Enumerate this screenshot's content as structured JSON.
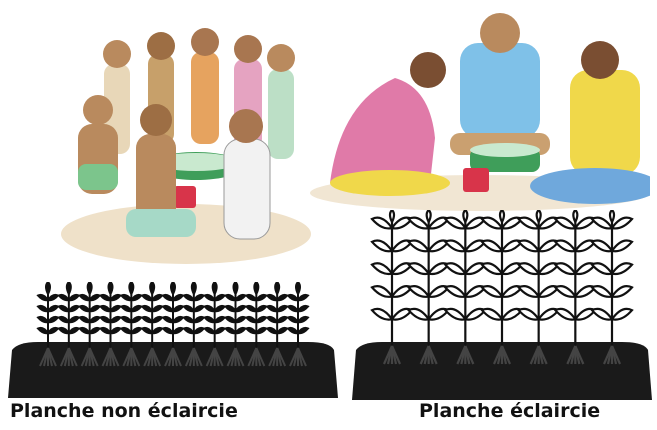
{
  "captions": {
    "left": "Planche non éclaircie",
    "right": "Planche éclaircie"
  },
  "illustrations": {
    "left_scene": "group-of-children-around-seed-bowl",
    "right_scene": "three-people-sorting-seeds",
    "left_bed": "dense-seedling-bed",
    "right_bed": "thinned-seedling-bed"
  },
  "colors": {
    "soil": "#1a1a1a",
    "bowl": "#3f9e5a",
    "cup": "#d8344a",
    "shirt_pink": "#e07aa8",
    "shirt_blue": "#7fc1e8",
    "shirt_yellow": "#f0d84a",
    "skin": "#b98a5e"
  },
  "plants": {
    "dense_count": 13,
    "thinned_count": 7
  }
}
